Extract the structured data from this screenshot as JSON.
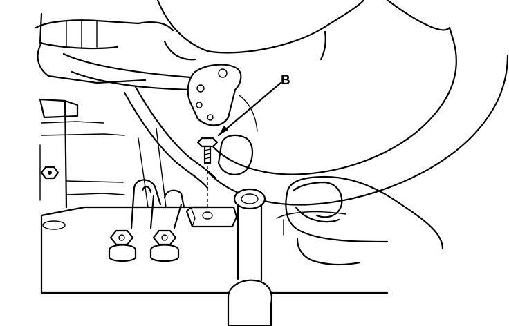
{
  "callouts": {
    "bolt_label": "B"
  },
  "colors": {
    "line": "#000000",
    "background": "#ffffff"
  },
  "parts": [
    "engine-block",
    "stabilizer-bar",
    "stabilizer-link",
    "flange-bolt",
    "nut-clip",
    "hose-clamps",
    "subframe-panel"
  ]
}
